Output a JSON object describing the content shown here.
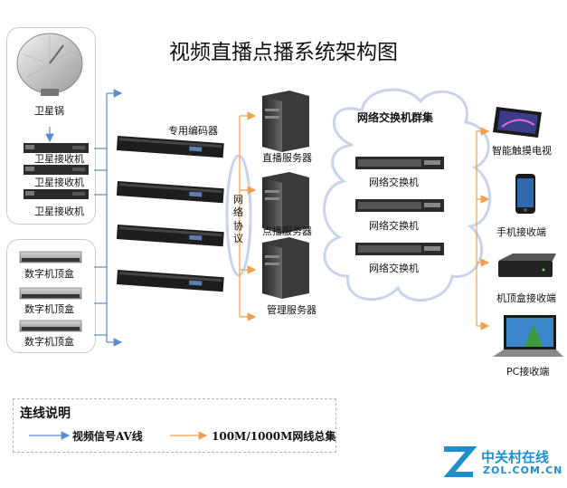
{
  "title": "视频直播点播系统架构图",
  "sources": {
    "satellite_dish": "卫星锅",
    "receivers": [
      "卫星接收机",
      "卫星接收机",
      "卫星接收机"
    ],
    "set_top_boxes": [
      "数字机顶盒",
      "数字机顶盒",
      "数字机顶盒"
    ]
  },
  "encoders": {
    "label": "专用编码器"
  },
  "protocol": {
    "label": [
      "网",
      "络",
      "协",
      "议"
    ]
  },
  "servers": [
    "直播服务器",
    "点播服务器",
    "管理服务器"
  ],
  "switch_cluster": {
    "title": "网络交换机群集",
    "switches": [
      "网络交换机",
      "网络交换机",
      "网络交换机"
    ]
  },
  "terminals": [
    "智能触摸电视",
    "手机接收端",
    "机顶盒接收端",
    "PC接收端"
  ],
  "legend": {
    "title": "连线说明",
    "av_line": "视频信号AV线",
    "network_line": "100M/1000M网线总集"
  },
  "watermark": {
    "name": "中关村在线",
    "url": "ZOL.COM.CN"
  },
  "colors": {
    "av_line": "#5b8ccc",
    "network_line": "#f0a050",
    "cloud_edge": "#c9d4ea"
  }
}
